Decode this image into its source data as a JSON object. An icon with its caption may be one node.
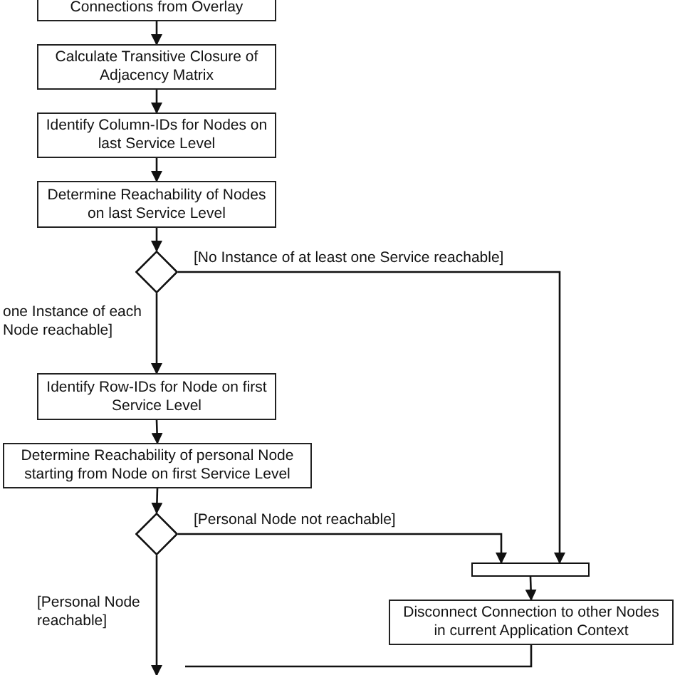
{
  "diagram": {
    "nodes": [
      {
        "text": [
          "Connections from Overlay"
        ]
      },
      {
        "text": [
          "Calculate Transitive Closure of Adjacency Matrix"
        ]
      },
      {
        "text": [
          "Identify Column-IDs for Nodes on last Service Level"
        ]
      },
      {
        "text": [
          "Determine Reachability of Nodes on last Service Level"
        ]
      },
      {
        "text": [],
        "shape": "diamond"
      },
      {
        "text": [
          "Identify Row-IDs for Node on first Service Level"
        ]
      },
      {
        "text": [
          "Determine Reachability of personal Node starting from Node on first Service Level"
        ]
      },
      {
        "text": [],
        "shape": "diamond"
      },
      {
        "text": [],
        "shape": "bar"
      },
      {
        "text": [
          "Disconnect Connection to other Nodes in current Application Context"
        ]
      }
    ],
    "edges": [
      {
        "from": 0,
        "to": 1,
        "arrow": "to"
      },
      {
        "from": 1,
        "to": 2,
        "arrow": "to"
      },
      {
        "from": 2,
        "to": 3,
        "arrow": "to"
      },
      {
        "from": 3,
        "to": 4,
        "arrow": "to"
      },
      {
        "from": 4,
        "to": 5,
        "arrow": "to",
        "label": "one Instance of each Node reachable]"
      },
      {
        "from": 4,
        "to": 8,
        "arrow": "to",
        "label": "[No Instance of at least one Service reachable]"
      },
      {
        "from": 5,
        "to": 6,
        "arrow": "to"
      },
      {
        "from": 6,
        "to": 7,
        "arrow": "to"
      },
      {
        "from": 7,
        "to": 8,
        "arrow": "to",
        "label": "[Personal Node not reachable]"
      },
      {
        "from": 8,
        "to": 9,
        "arrow": "to"
      },
      {
        "from": 7,
        "to": null,
        "arrow": "to",
        "label": "[Personal Node reachable]"
      },
      {
        "from": 9,
        "to": null,
        "arrow": "none"
      }
    ]
  }
}
